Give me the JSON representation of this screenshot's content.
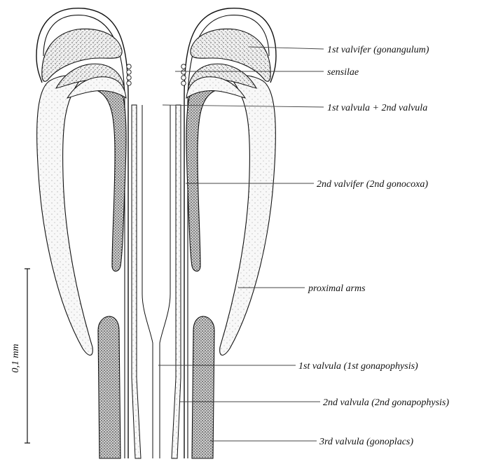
{
  "figure": {
    "scale_bar_label": "0,1 mm",
    "labels": {
      "gonangulum": "1st valvifer (gonangulum)",
      "sensilae": "sensilae",
      "valvula_1_2": "1st valvula + 2nd valvula",
      "valvifer_2": "2nd valvifer (2nd gonocoxa)",
      "proximal_arms": "proximal arms",
      "gonapophysis_1": "1st valvula (1st gonapophysis)",
      "gonapophysis_2": "2nd valvula (2nd gonapophysis)",
      "gonoplacs": "3rd valvula (gonoplacs)"
    }
  }
}
